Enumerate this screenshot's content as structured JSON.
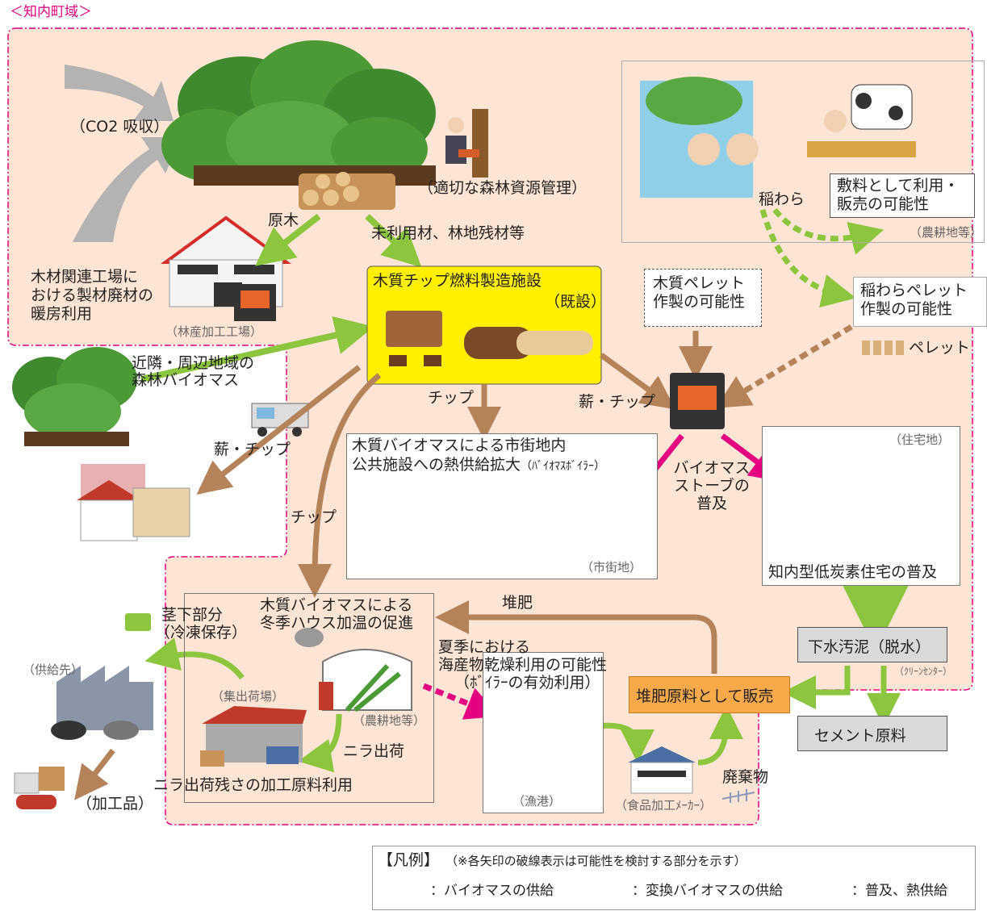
{
  "region_title": "＜知内町域＞",
  "co2": "（CO2 吸収）",
  "forest_mgmt": "（適切な森林資源管理）",
  "raw_wood": "原木",
  "unused_wood": "未利用材、林地残材等",
  "factory_text": [
    "木材関連工場に",
    "おける製材廃材の",
    "暖房利用"
  ],
  "factory_caption": "（林産加工工場）",
  "chip_facility": {
    "title": "木質チップ燃料製造施設",
    "note": "（既設）"
  },
  "neighbor_biomass": [
    "近隣・周辺地域の",
    "森林バイオマス"
  ],
  "firewood_chip_left": "薪・チップ",
  "chip_down": "チップ",
  "chip_left_long": "チップ",
  "firewood_chip_right": "薪・チップ",
  "pellet_possible": [
    "木質ペレット",
    "作製の可能性"
  ],
  "farm_box": {
    "bedding": [
      "敷料として利用・",
      "販売の可能性"
    ],
    "caption": "（農耕地等）"
  },
  "rice_straw": "稲わら",
  "straw_pellet": [
    "稲わらペレット",
    "作製の可能性"
  ],
  "pellet": "ペレット",
  "public_heat": {
    "line1": "木質バイオマスによる市街地内",
    "line2": "公共施設への熱供給拡大",
    "line2_small": "（ﾊﾞｲｵﾏｽﾎﾞｲﾗｰ）",
    "caption": "（市街地）"
  },
  "stove_spread": [
    "バイオマス",
    "ストーブの",
    "普及"
  ],
  "residential": {
    "caption": "（住宅地）",
    "title": "知内型低炭素住宅の普及"
  },
  "sewage": "下水汚泥（脱水）",
  "clean_center": "（ｸﾘｰﾝｾﾝﾀｰ）",
  "cement": "セメント原料",
  "compost_sale": "堆肥原料として販売",
  "compost": "堆肥",
  "waste": "廃棄物",
  "fishing": {
    "caption": "（漁港）"
  },
  "food_maker": "（食品加工ﾒｰｶｰ）",
  "summer_dry": [
    "夏季における",
    "海産物乾燥利用の可能性",
    "（ﾎﾞｲﾗｰの有効利用）"
  ],
  "winter_house": [
    "木質バイオマスによる",
    "冬季ハウス加温の促進"
  ],
  "farm_caption2": "（農耕地等）",
  "shipping_site": "（集出荷場）",
  "nira_ship": "ニラ出荷",
  "nira_residue": "ニラ出荷残さの加工原料利用",
  "stem_part": [
    "茎下部分",
    "（冷凍保存）"
  ],
  "supply_dest": "（供給先）",
  "processed": "（加工品）",
  "legend": {
    "title": "【凡例】",
    "note": "（※各矢印の破線表示は可能性を検討する部分を示す）",
    "items": [
      {
        "label": "：バイオマスの供給",
        "color": "#8cc63f"
      },
      {
        "label": "：変換バイオマスの供給",
        "color": "#b5835a"
      },
      {
        "label": "：普及、熱供給",
        "color": "#e4007f"
      }
    ]
  },
  "colors": {
    "green": "#8cc63f",
    "brown": "#b5835a",
    "pink": "#e4007f",
    "region": "#fde5d6",
    "region_border": "#e4007f",
    "yellow": "#fff000",
    "orange": "#f8a94a",
    "grey_box": "#d9d9d9"
  }
}
